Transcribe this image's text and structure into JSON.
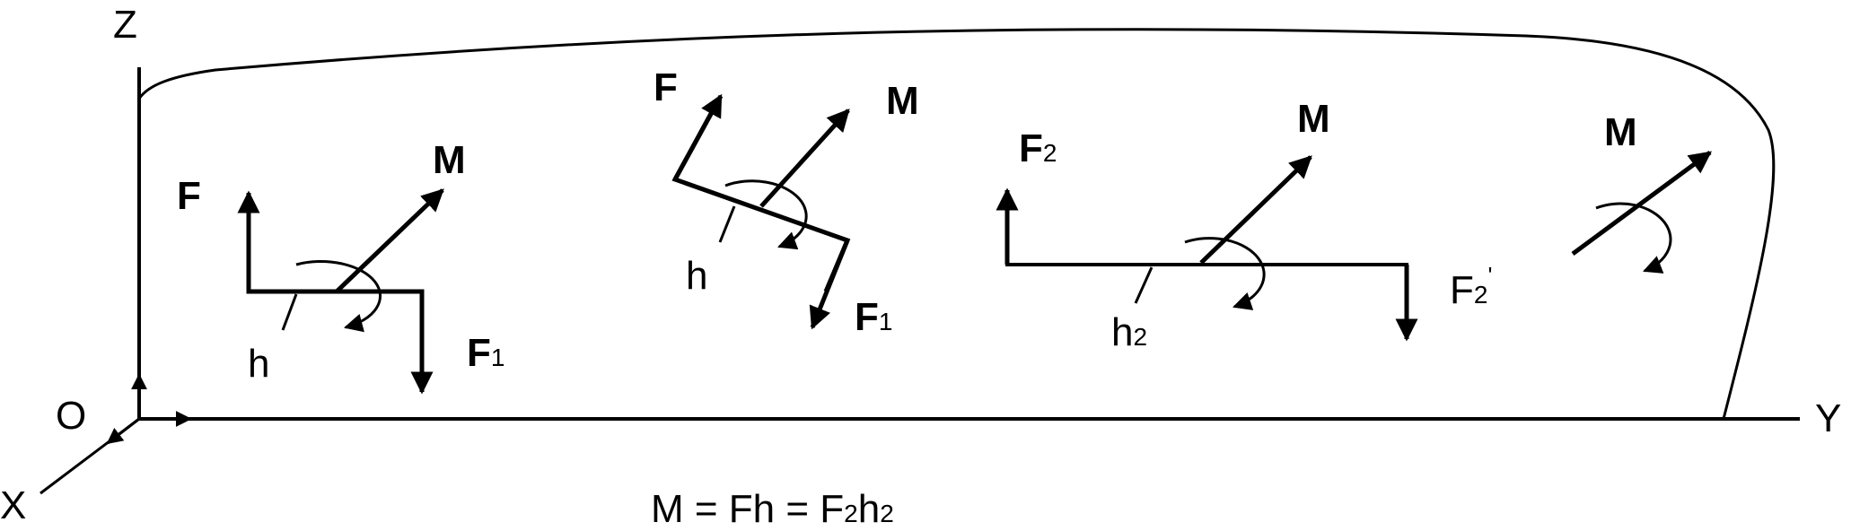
{
  "axes": {
    "z": "Z",
    "y": "Y",
    "x": "X",
    "origin": "O"
  },
  "couples": [
    {
      "force_label": "F",
      "moment_label": "M",
      "arm_label": "h",
      "reaction_label": "F",
      "reaction_sub": "1"
    },
    {
      "force_label": "F",
      "moment_label": "M",
      "arm_label": "h",
      "reaction_label": "F",
      "reaction_sub": "1"
    },
    {
      "force_label": "F",
      "force_sub": "2",
      "moment_label": "M",
      "arm_label": "h",
      "arm_sub": "2",
      "reaction_label": "F",
      "reaction_sub": "2",
      "reaction_sup": "'"
    },
    {
      "moment_label": "M"
    }
  ],
  "equation": {
    "part1": "M = Fh = F",
    "sub1": "2",
    "part2": "h",
    "sub2": "2"
  }
}
